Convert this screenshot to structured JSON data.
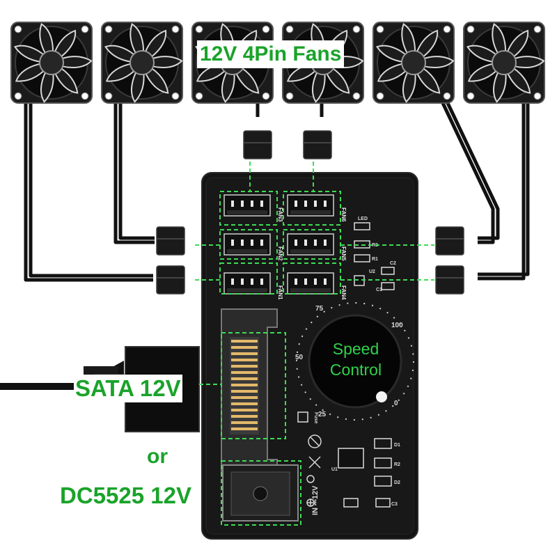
{
  "title": "12V 4Pin Fans",
  "power_labels": {
    "sata": "SATA 12V",
    "or": "or",
    "dc": "DC5525 12V"
  },
  "knob": {
    "line1": "Speed",
    "line2": "Control",
    "scale": [
      "0",
      "25",
      "50",
      "75",
      "100"
    ]
  },
  "fan_headers": [
    "FAN1",
    "FAN2",
    "FAN3",
    "FAN4",
    "FAN5",
    "FAN6"
  ],
  "board_text": {
    "fuse": "Fuse",
    "led": "LED",
    "input": "IN ⎓12V",
    "r1": "R1",
    "r2": "R2",
    "r3": "R3",
    "c1": "C1",
    "c2": "C2",
    "c3": "C3",
    "d1": "D1",
    "d2": "D2",
    "u1": "U1",
    "u2": "U2"
  },
  "colors": {
    "accent_green": "#1aa32a",
    "dash_green": "#3ddc55",
    "board": "#141414",
    "fan_body": "#1b1b1b"
  }
}
